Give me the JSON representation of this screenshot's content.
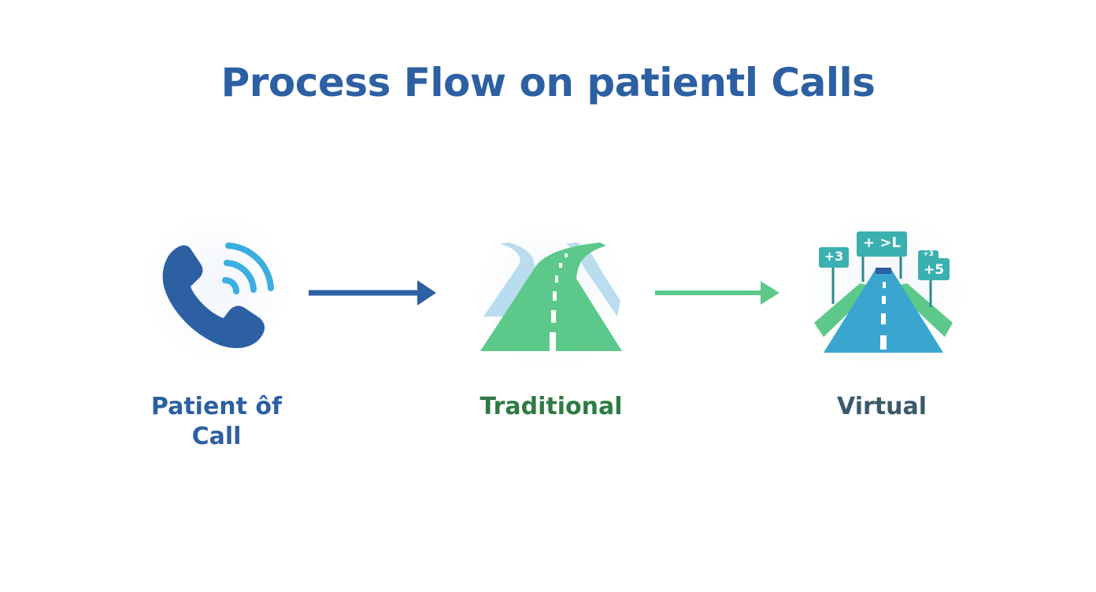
{
  "diagram": {
    "title": "Process Flow on patientl Calls",
    "nodes": [
      {
        "id": "call",
        "label_line1": "Patient ôf",
        "label_line2": "Call",
        "icon": "phone-icon",
        "color": "#2d5fa3"
      },
      {
        "id": "traditional",
        "label_line1": "Traditional",
        "icon": "road-icon",
        "color": "#2f7a44"
      },
      {
        "id": "virtual",
        "label_line1": "Virtual",
        "icon": "highway-signs-icon",
        "color": "#3a5a6a"
      }
    ],
    "edges": [
      {
        "from": "call",
        "to": "traditional",
        "color": "#2d5fa3"
      },
      {
        "from": "traditional",
        "to": "virtual",
        "color": "#4cbb6c"
      }
    ],
    "signs": {
      "left": "+3",
      "top": "+ >L",
      "right": "+5",
      "small": "+3"
    },
    "colors": {
      "blue": "#2d5fa3",
      "light_blue": "#3aaee0",
      "green": "#5cc98a",
      "teal": "#3ab0b0"
    }
  }
}
